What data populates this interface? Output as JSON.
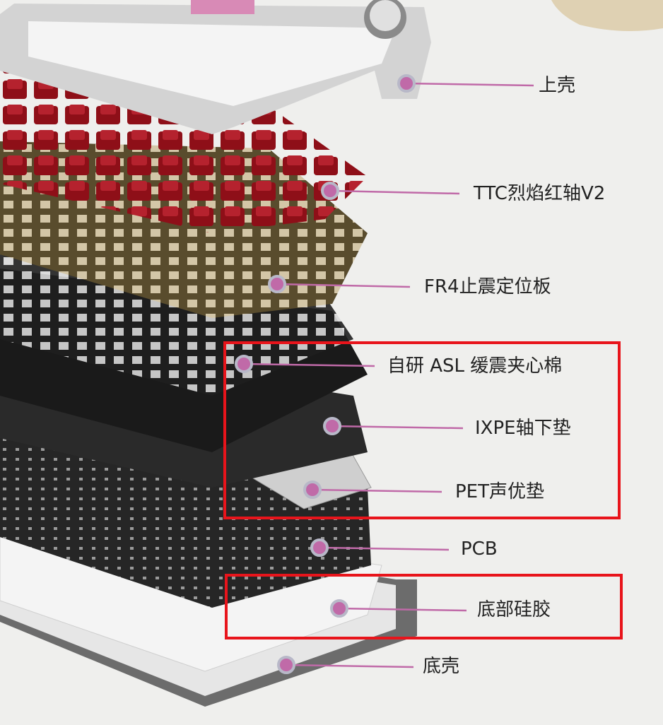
{
  "title": "Keyboard exploded view",
  "accent_color": "#c06aa8",
  "highlight_color": "#e8141b",
  "layers": [
    {
      "label": "上壳"
    },
    {
      "label": "TTC烈焰红轴V2"
    },
    {
      "label": "FR4止震定位板"
    },
    {
      "label": "自研 ASL 缓震夹心棉"
    },
    {
      "label": "IXPE轴下垫"
    },
    {
      "label": "PET声优垫"
    },
    {
      "label": "PCB"
    },
    {
      "label": "底部硅胶"
    },
    {
      "label": "底壳"
    }
  ]
}
